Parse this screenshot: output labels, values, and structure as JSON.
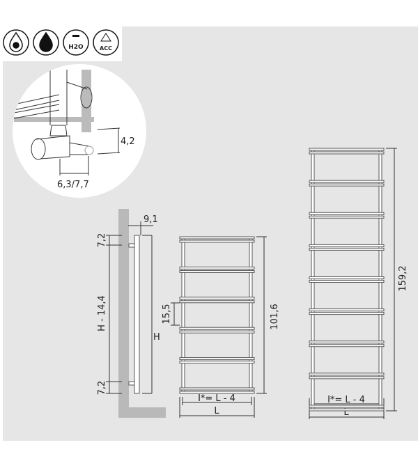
{
  "icons": [
    {
      "name": "electric-drop-icon",
      "label": ""
    },
    {
      "name": "water-drop-icon",
      "label": ""
    },
    {
      "name": "h2o-icon",
      "label": "H2O"
    },
    {
      "name": "acc-recycle-icon",
      "label": "ACC"
    }
  ],
  "valve_detail": {
    "height_dim": "4,2",
    "width_dim": "6,3/7,7"
  },
  "side_view": {
    "depth_dim": "9,1",
    "top_offset": "7,2",
    "bottom_offset": "7,2",
    "bracket_span": "H - 14,4",
    "height_label": "H"
  },
  "front_small": {
    "height_dim": "101,6",
    "bar_spacing": "15,5",
    "inner_width": "I*= L - 4",
    "width_label": "L",
    "bar_count": 6
  },
  "front_large": {
    "height_dim": "159,2",
    "inner_width": "I*= L - 4",
    "width_label": "L",
    "bar_count": 9
  },
  "colors": {
    "background": "#e6e6e6",
    "wall": "#b9b9b9"
  }
}
